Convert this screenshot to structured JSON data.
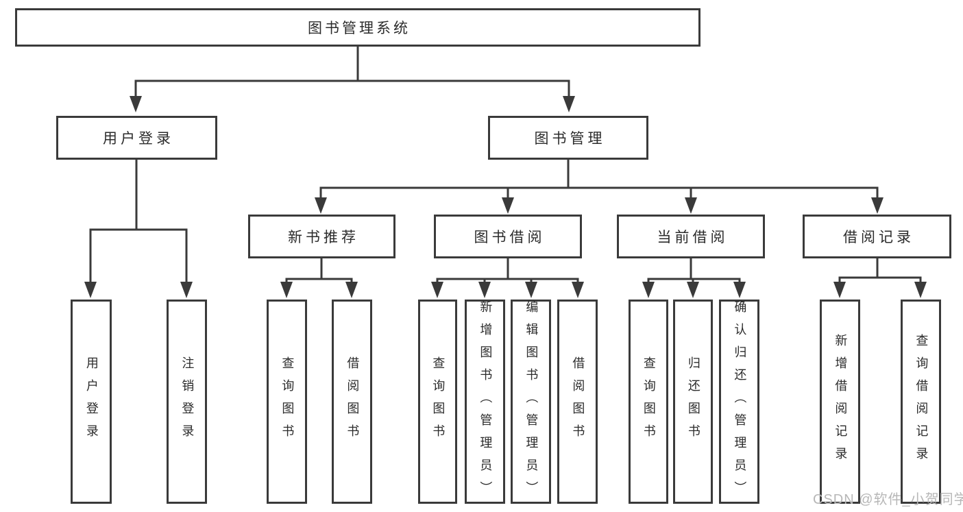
{
  "watermark": "CSDN @软件_小贺同学",
  "colors": {
    "line": "#3a3a3a",
    "box_border": "#3a3a3a",
    "box_fill": "#ffffff",
    "text": "#2b2b2b",
    "watermark": "#b7b7b7",
    "background": "#ffffff"
  },
  "tree": {
    "root": {
      "label": "图书管理系统",
      "children": [
        {
          "label": "用户登录",
          "children": [
            {
              "label": "用户登录"
            },
            {
              "label": "注销登录"
            }
          ]
        },
        {
          "label": "图书管理",
          "children": [
            {
              "label": "新书推荐",
              "children": [
                {
                  "label": "查询图书"
                },
                {
                  "label": "借阅图书"
                }
              ]
            },
            {
              "label": "图书借阅",
              "children": [
                {
                  "label": "查询图书"
                },
                {
                  "label": "新增图书（管理员）"
                },
                {
                  "label": "编辑图书（管理员）"
                },
                {
                  "label": "借阅图书"
                }
              ]
            },
            {
              "label": "当前借阅",
              "children": [
                {
                  "label": "查询图书"
                },
                {
                  "label": "归还图书"
                },
                {
                  "label": "确认归还（管理员）"
                }
              ]
            },
            {
              "label": "借阅记录",
              "children": [
                {
                  "label": "新增借阅记录"
                },
                {
                  "label": "查询借阅记录"
                }
              ]
            }
          ]
        }
      ]
    }
  }
}
